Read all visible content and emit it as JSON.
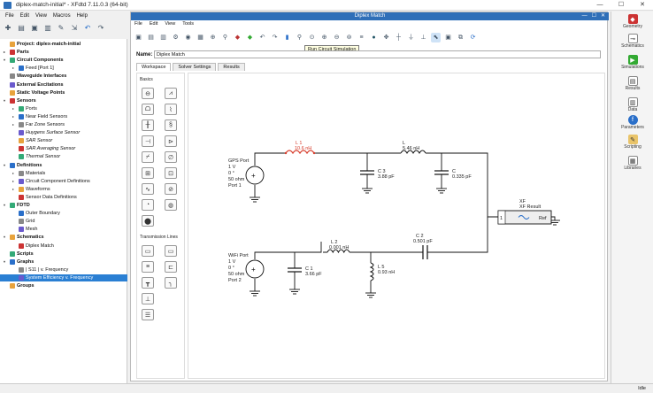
{
  "window": {
    "title": "diplex-match-initial* - XFdtd 7.11.0.3 (64-bit)",
    "min": "—",
    "max": "☐",
    "close": "✕"
  },
  "menu": [
    "File",
    "Edit",
    "View",
    "Macros",
    "Help"
  ],
  "tree": [
    {
      "label": "Project: diplex-match-initial",
      "bold": true,
      "level": 0
    },
    {
      "label": "Parts",
      "bold": true,
      "level": 0,
      "arrow": "▸"
    },
    {
      "label": "Circuit Components",
      "bold": true,
      "level": 0,
      "arrow": "▾"
    },
    {
      "label": "Feed [Port 1]",
      "level": 1,
      "arrow": "▸"
    },
    {
      "label": "Waveguide Interfaces",
      "bold": true,
      "level": 0
    },
    {
      "label": "External Excitations",
      "bold": true,
      "level": 0
    },
    {
      "label": "Static Voltage Points",
      "bold": true,
      "level": 0
    },
    {
      "label": "Sensors",
      "bold": true,
      "level": 0,
      "arrow": "▾"
    },
    {
      "label": "Ports",
      "level": 1,
      "arrow": "▸"
    },
    {
      "label": "Near Field Sensors",
      "level": 1,
      "arrow": "▸"
    },
    {
      "label": "Far Zone Sensors",
      "level": 1,
      "arrow": "▸"
    },
    {
      "label": "Huygens Surface Sensor",
      "level": 1,
      "italic": true
    },
    {
      "label": "SAR Sensor",
      "level": 1,
      "italic": true
    },
    {
      "label": "SAR Averaging Sensor",
      "level": 1,
      "italic": true
    },
    {
      "label": "Thermal Sensor",
      "level": 1,
      "italic": true
    },
    {
      "label": "Definitions",
      "bold": true,
      "level": 0,
      "arrow": "▾"
    },
    {
      "label": "Materials",
      "level": 1,
      "arrow": "▸"
    },
    {
      "label": "Circuit Component Definitions",
      "level": 1,
      "arrow": "▸"
    },
    {
      "label": "Waveforms",
      "level": 1,
      "arrow": "▸"
    },
    {
      "label": "Sensor Data Definitions",
      "level": 1
    },
    {
      "label": "FDTD",
      "bold": true,
      "level": 0,
      "arrow": "▾"
    },
    {
      "label": "Outer Boundary",
      "level": 1
    },
    {
      "label": "Grid",
      "level": 1
    },
    {
      "label": "Mesh",
      "level": 1
    },
    {
      "label": "Schematics",
      "bold": true,
      "level": 0,
      "arrow": "▾"
    },
    {
      "label": "Diplex Match",
      "level": 1
    },
    {
      "label": "Scripts",
      "bold": true,
      "level": 0
    },
    {
      "label": "Graphs",
      "bold": true,
      "level": 0,
      "arrow": "▾"
    },
    {
      "label": "| S11 | v. Frequency",
      "level": 1
    },
    {
      "label": "System Efficiency v. Frequency",
      "level": 1,
      "selected": true
    },
    {
      "label": "Groups",
      "bold": true,
      "level": 0
    }
  ],
  "inner": {
    "title": "Diplex Match",
    "menu": [
      "File",
      "Edit",
      "View",
      "Tools"
    ],
    "tooltip": "Run Circuit Simulation",
    "name_label": "Name:",
    "name_value": "Diplex Match",
    "tabs": [
      "Workspace",
      "Solver Settings",
      "Results"
    ],
    "palette_basics": "Basics",
    "palette_tlines": "Transmission Lines"
  },
  "schematic": {
    "gps_port": [
      "GPS Port",
      "1 V",
      "0 °",
      "50 ohm",
      "Port 1"
    ],
    "wifi_port": [
      "WiFi Port",
      "1 V",
      "0 °",
      "50 ohm",
      "Port 2"
    ],
    "L1": [
      "L 1",
      "10.6 nH"
    ],
    "L": [
      "L",
      "5.46 nH"
    ],
    "C3": [
      "C 3",
      "3.88 pF"
    ],
    "C": [
      "C",
      "0.335 pF"
    ],
    "L2": [
      "L 2",
      "0.001 nH"
    ],
    "C2": [
      "C 2",
      "0.501 pF"
    ],
    "C1": [
      "C 1",
      "3.66 pF"
    ],
    "L5": [
      "L 5",
      "0.93 nH"
    ],
    "XF": [
      "XF",
      "XF Result"
    ],
    "XF_pin": "1",
    "XF_ref": "Ref"
  },
  "right_panel": [
    "Geometry",
    "Schematics",
    "Simulations",
    "Results",
    "Data",
    "Parameters",
    "Scripting",
    "Libraries"
  ],
  "status": "Idle",
  "colors": {
    "accent": "#2f6fb8",
    "selected": "#2a7fd3",
    "highlight": "#d63b2a"
  }
}
